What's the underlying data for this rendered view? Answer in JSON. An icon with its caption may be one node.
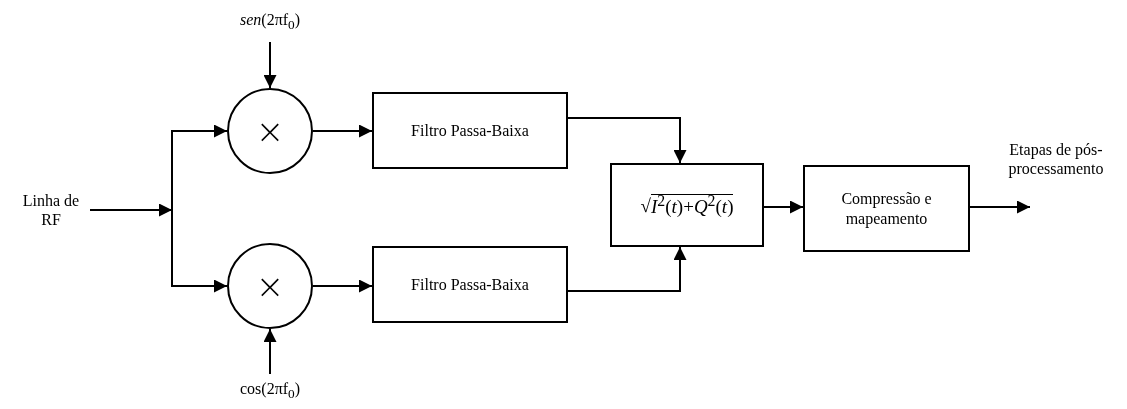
{
  "diagram": {
    "nodes": [
      {
        "text": [
          "Linha de RF"
        ]
      },
      {
        "text": [
          "*sen*(2πf$_{0}$)"
        ]
      },
      {
        "text": [
          "×"
        ]
      },
      {
        "text": [
          "cos(2πf$_{0}$)"
        ]
      },
      {
        "text": [
          "×"
        ]
      },
      {
        "text": [
          "Filtro Passa-Baixa"
        ]
      },
      {
        "text": [
          "Filtro Passa-Baixa"
        ]
      },
      {
        "text": [
          "√*I*$^{2}$(*t*)+*Q*$^{2}$(*t*)"
        ]
      },
      {
        "text": [
          "Compressão e mapeamento"
        ]
      }
    ],
    "edges": [
      {
        "from": 0,
        "to": 2,
        "arrow": "to"
      },
      {
        "from": 0,
        "to": 4,
        "arrow": "to"
      },
      {
        "from": 1,
        "to": 2,
        "arrow": "to"
      },
      {
        "from": 3,
        "to": 4,
        "arrow": "to"
      },
      {
        "from": 2,
        "to": 5,
        "arrow": "to"
      },
      {
        "from": 4,
        "to": 6,
        "arrow": "to"
      },
      {
        "from": 5,
        "to": 7,
        "arrow": "to"
      },
      {
        "from": 6,
        "to": 7,
        "arrow": "to"
      },
      {
        "from": 7,
        "to": 8,
        "arrow": "to"
      },
      {
        "from": 8,
        "to": null,
        "arrow": "to"
      }
    ],
    "labels": [
      "Etapas de pós-processamento"
    ]
  }
}
